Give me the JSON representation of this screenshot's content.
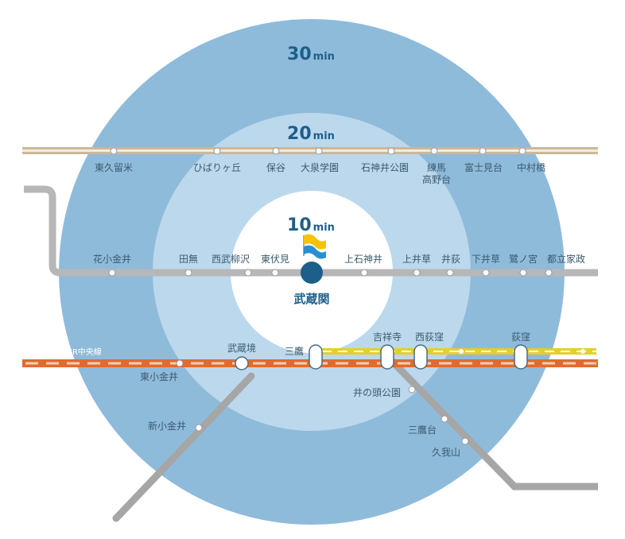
{
  "rings": {
    "r30": {
      "value": "30",
      "unit": "min"
    },
    "r20": {
      "value": "20",
      "unit": "min"
    },
    "r10": {
      "value": "10",
      "unit": "min"
    }
  },
  "center": {
    "name": "武蔵関"
  },
  "colors": {
    "ring30": "#8fbbdb",
    "ring20": "#bcd8ec",
    "ring10": "#ffffff",
    "seibu_shinjuku": "#b7b7b7",
    "seibu_ikebukuro": "#c9b89a",
    "jr_chuo": "#e36a2c",
    "inokashira": "#e5cf2a",
    "seibu_tamagawa": "#a6a6a6",
    "center_dot": "#1d5f8a",
    "flag_yellow": "#f4c400",
    "flag_blue": "#2a8fd0"
  },
  "lines": {
    "ikebukuro": {
      "stations": [
        "東久留米",
        "ひばりヶ丘",
        "保谷",
        "大泉学園",
        "石神井公園",
        "練馬",
        "高野台",
        "富士見台",
        "中村橋"
      ]
    },
    "shinjuku": {
      "stations": [
        "花小金井",
        "田無",
        "西武柳沢",
        "東伏見",
        "上石神井",
        "上井草",
        "井荻",
        "下井草",
        "鷺ノ宮",
        "都立家政"
      ]
    },
    "chuo": {
      "name": "JR中央線",
      "stations": [
        "東小金井",
        "武蔵境",
        "三鷹",
        "吉祥寺",
        "西荻窪",
        "荻窪"
      ]
    },
    "inokashira": {
      "stations": [
        "井の頭公園",
        "三鷹台",
        "久我山"
      ]
    },
    "tamagawa": {
      "stations": [
        "新小金井"
      ]
    }
  }
}
